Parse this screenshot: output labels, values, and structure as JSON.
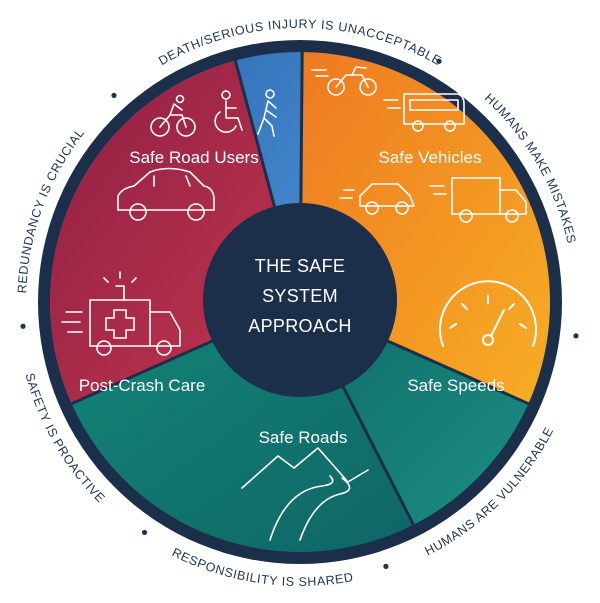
{
  "diagram": {
    "center": {
      "lines": [
        "THE SAFE",
        "SYSTEM",
        "APPROACH"
      ]
    },
    "segments": [
      {
        "label": "Safe Road Users",
        "color": "#3b7ec3"
      },
      {
        "label": "Safe Vehicles",
        "color": "#f08c22"
      },
      {
        "label": "Safe Speeds",
        "color": "#127b73"
      },
      {
        "label": "Safe Roads",
        "color": "#1c8a7f"
      },
      {
        "label": "Post-Crash Care",
        "color": "#a52a4a"
      }
    ],
    "principles": [
      "DEATH/SERIOUS INJURY IS UNACCEPTABLE",
      "HUMANS MAKE MISTAKES",
      "HUMANS ARE VULNERABLE",
      "RESPONSIBILITY IS SHARED",
      "SAFETY IS PROACTIVE",
      "REDUNDANCY IS CRUCIAL"
    ],
    "colors": {
      "center": "#1b2e4a",
      "ring_text": "#1e3452",
      "divider": "#1b2e4a"
    }
  }
}
